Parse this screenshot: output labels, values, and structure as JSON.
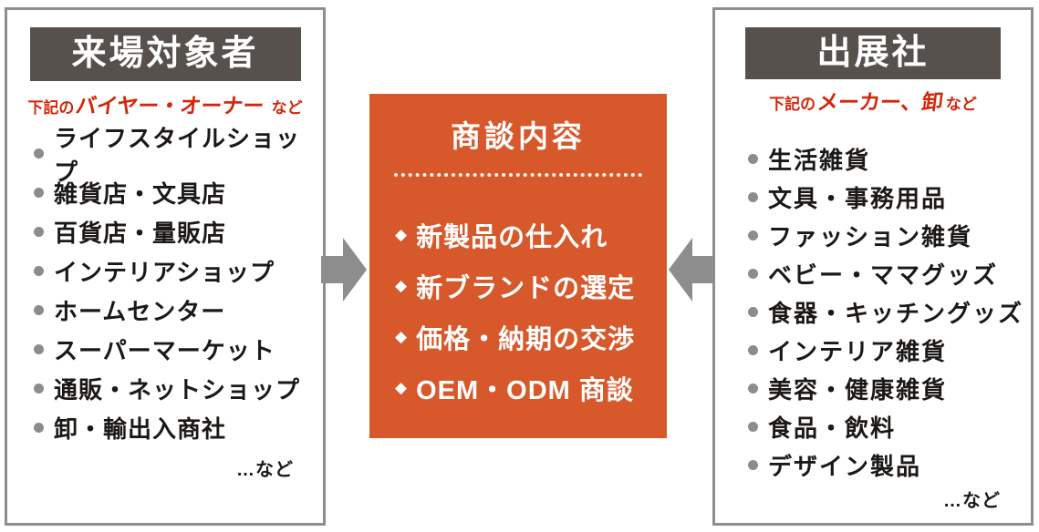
{
  "colors": {
    "page_bg": "#ffffff",
    "panel_border": "#8e8e8e",
    "header_bg": "#56514d",
    "header_text": "#ffffff",
    "accent_red": "#d3260b",
    "center_bg": "#d6582b",
    "center_text": "#ffffff",
    "arrow_gray": "#8d8d8d",
    "bullet_gray": "#8c8c8c",
    "item_text": "#1b1816"
  },
  "left_panel": {
    "title": "来場対象者",
    "subtitle": {
      "prefix": "下記の",
      "emphasis": "バイヤー・オーナー",
      "suffix": "など"
    },
    "items": [
      "ライフスタイルショップ",
      "雑貨店・文具店",
      "百貨店・量販店",
      "インテリアショップ",
      "ホームセンター",
      "スーパーマーケット",
      "通販・ネットショップ",
      "卸・輸出入商社"
    ],
    "etc_label": "…など"
  },
  "center_panel": {
    "title": "商談内容",
    "marker": "◆",
    "items": [
      "新製品の仕入れ",
      "新ブランドの選定",
      "価格・納期の交渉",
      "OEM・ODM 商談"
    ]
  },
  "right_panel": {
    "title": "出展社",
    "subtitle": {
      "prefix": "下記の",
      "emphasis": "メーカー、卸",
      "suffix": "など"
    },
    "items": [
      "生活雑貨",
      "文具・事務用品",
      "ファッション雑貨",
      "ベビー・ママグッズ",
      "食器・キッチングッズ",
      "インテリア雑貨",
      "美容・健康雑貨",
      "食品・飲料",
      "デザイン製品"
    ],
    "etc_label": "…など"
  }
}
